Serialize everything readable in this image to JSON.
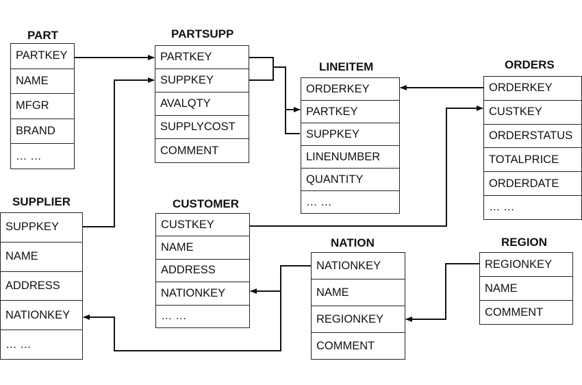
{
  "tables": {
    "part": {
      "title": "PART",
      "fields": [
        "PARTKEY",
        "NAME",
        "MFGR",
        "BRAND",
        "… …"
      ]
    },
    "partsupp": {
      "title": "PARTSUPP",
      "fields": [
        "PARTKEY",
        "SUPPKEY",
        "AVALQTY",
        "SUPPLYCOST",
        "COMMENT"
      ]
    },
    "lineitem": {
      "title": "LINEITEM",
      "fields": [
        "ORDERKEY",
        "PARTKEY",
        "SUPPKEY",
        "LINENUMBER",
        "QUANTITY",
        "… …"
      ]
    },
    "orders": {
      "title": "ORDERS",
      "fields": [
        "ORDERKEY",
        "CUSTKEY",
        "ORDERSTATUS",
        "TOTALPRICE",
        "ORDERDATE",
        "… …"
      ]
    },
    "supplier": {
      "title": "SUPPLIER",
      "fields": [
        "SUPPKEY",
        "NAME",
        "ADDRESS",
        "NATIONKEY",
        "… …"
      ]
    },
    "customer": {
      "title": "CUSTOMER",
      "fields": [
        "CUSTKEY",
        "NAME",
        "ADDRESS",
        "NATIONKEY",
        "… …"
      ]
    },
    "nation": {
      "title": "NATION",
      "fields": [
        "NATIONKEY",
        "NAME",
        "REGIONKEY",
        "COMMENT"
      ]
    },
    "region": {
      "title": "REGION",
      "fields": [
        "REGIONKEY",
        "NAME",
        "COMMENT"
      ]
    }
  },
  "colors": {
    "line": "#111111",
    "border": "#222222"
  }
}
